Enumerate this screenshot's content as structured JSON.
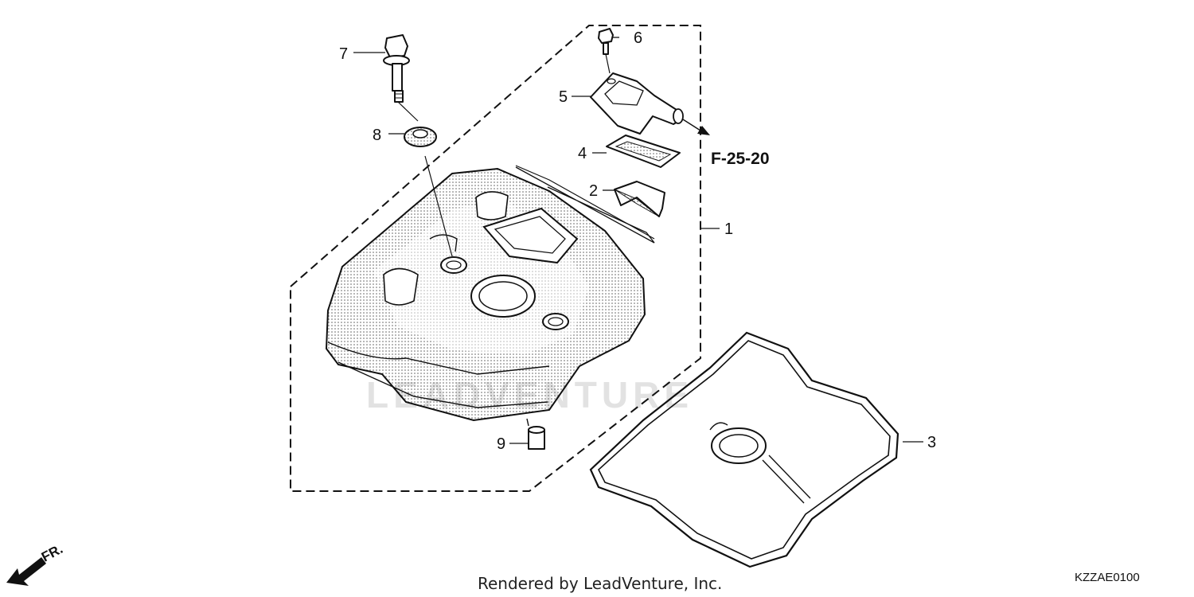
{
  "diagram": {
    "callouts": [
      {
        "id": "1",
        "label": "1"
      },
      {
        "id": "2",
        "label": "2"
      },
      {
        "id": "3",
        "label": "3"
      },
      {
        "id": "4",
        "label": "4"
      },
      {
        "id": "5",
        "label": "5"
      },
      {
        "id": "6",
        "label": "6"
      },
      {
        "id": "7",
        "label": "7"
      },
      {
        "id": "8",
        "label": "8"
      },
      {
        "id": "9",
        "label": "9"
      }
    ],
    "reference": "F-25-20",
    "watermark": "LEADVENTURE",
    "direction": "FR.",
    "footer": "Rendered by LeadVenture, Inc.",
    "diagram_code": "KZZAE0100"
  }
}
